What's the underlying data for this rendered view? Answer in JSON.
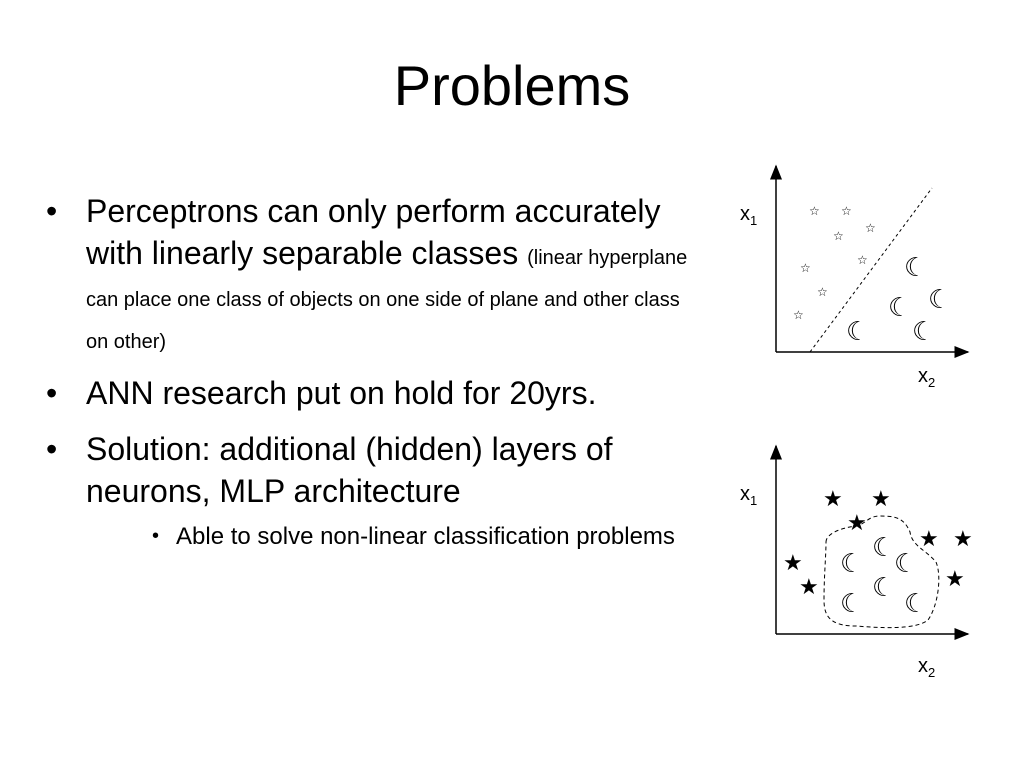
{
  "slide": {
    "title": "Problems",
    "bullets": [
      {
        "text": "Perceptrons can only perform accurately with linearly separable classes ",
        "small": "(linear hyperplane can place one class of objects on one side of plane and other class on other)"
      },
      {
        "text": "ANN research put on hold for 20yrs.",
        "small": ""
      },
      {
        "text": "Solution: additional (hidden) layers of neurons, MLP architecture",
        "small": "",
        "sub": [
          "Able to solve non-linear classification problems"
        ]
      }
    ]
  },
  "diagrams": {
    "top": {
      "y_axis_label": "x",
      "y_axis_sub": "1",
      "x_axis_label": "x",
      "x_axis_sub": "2",
      "star_glyph": "☆",
      "moon_glyph": "☾",
      "boundary": "linear"
    },
    "bottom": {
      "y_axis_label": "x",
      "y_axis_sub": "1",
      "x_axis_label": "x",
      "x_axis_sub": "2",
      "star_glyph": "★",
      "moon_glyph": "☾",
      "boundary": "non-linear"
    }
  },
  "icons": {
    "bullet": "•",
    "sub_bullet": "•"
  }
}
